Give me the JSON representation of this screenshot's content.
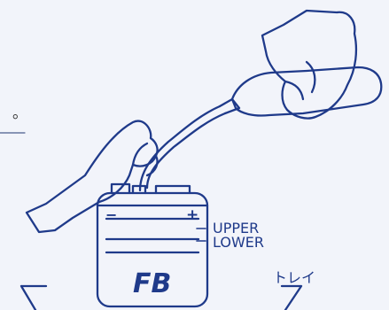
{
  "page": {
    "background": "#f2f4fa",
    "line_color": "#1f3a8a"
  },
  "text_fragment": "。",
  "labels": {
    "upper": "UPPER",
    "lower": "LOWER",
    "tray": "トレイ"
  },
  "battery": {
    "minus_sign": "−",
    "plus_sign": "+",
    "logo_text": "FB"
  }
}
